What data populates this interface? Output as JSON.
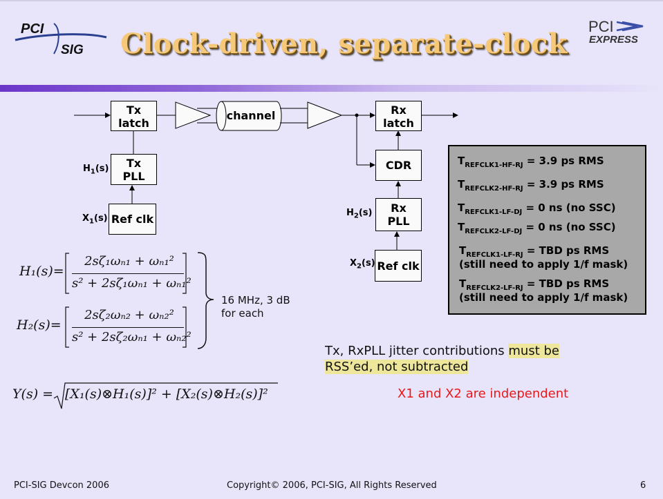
{
  "slide": {
    "title": "Clock-driven, separate-clock",
    "page_number": "6"
  },
  "logos": {
    "left_top": "PCI",
    "left_bottom": "SIG",
    "right_top": "PCI",
    "right_bottom": "EXPRESS"
  },
  "blocks": {
    "tx_latch": "Tx latch",
    "channel": "channel",
    "rx_latch": "Rx latch",
    "tx_pll_line1": "Tx",
    "tx_pll_line2": "PLL",
    "ref_clk_tx": "Ref clk",
    "cdr": "CDR",
    "rx_pll_line1": "Rx",
    "rx_pll_line2": "PLL",
    "ref_clk_rx": "Ref clk"
  },
  "signal_labels": {
    "h1": {
      "base": "H",
      "sub": "1",
      "tail": "(s)"
    },
    "x1": {
      "base": "X",
      "sub": "1",
      "tail": "(s)"
    },
    "h2": {
      "base": "H",
      "sub": "2",
      "tail": "(s)"
    },
    "x2": {
      "base": "X",
      "sub": "2",
      "tail": "(s)"
    }
  },
  "spec_box": [
    {
      "sym": "T",
      "sub": "REFCLK1-HF-RJ",
      "rest": " = 3.9 ps RMS",
      "rest2": ""
    },
    {
      "sym": "T",
      "sub": "REFCLK2-HF-RJ",
      "rest": " = 3.9 ps RMS",
      "rest2": ""
    },
    {
      "sym": "T",
      "sub": "REFCLK1-LF-DJ",
      "rest": " = 0 ns (no SSC)",
      "rest2": ""
    },
    {
      "sym": "T",
      "sub": "REFCLK2-LF-DJ",
      "rest": " = 0 ns (no SSC)",
      "rest2": ""
    },
    {
      "sym": "T",
      "sub": "REFCLK1-LF-RJ",
      "rest": " = TBD ps RMS",
      "rest2": "(still need to apply 1/f mask)"
    },
    {
      "sym": "T",
      "sub": "REFCLK2-LF-RJ",
      "rest": " = TBD ps RMS",
      "rest2": "(still need to apply 1/f mask)"
    }
  ],
  "equations": {
    "h1_lhs": "H₁(s)=",
    "h1_num": "2sζ₁ωₙ₁ + ωₙ₁²",
    "h1_den": "s² + 2sζ₁ωₙ₁ + ωₙ₁²",
    "h2_lhs": "H₂(s)=",
    "h2_num": "2sζ₂ωₙ₂ + ωₙ₂²",
    "h2_den": "s² + 2sζ₂ωₙ₁ + ωₙ₂²",
    "brace_note_line1": "16 MHz, 3 dB",
    "brace_note_line2": "for each",
    "y_lhs": "Y(s) = ",
    "y_rhs": "[X₁(s)⊗H₁(s)]² + [X₂(s)⊗H₂(s)]²"
  },
  "notes": {
    "jitter_part1": "Tx, RxPLL jitter contributions ",
    "jitter_hl1": "must be",
    "jitter_hl2": "RSS’ed, not subtracted",
    "independent": "X1 and X2 are independent"
  },
  "footer": {
    "left": "PCI-SIG Devcon 2006",
    "center": "Copyright© 2006, PCI-SIG, All Rights Reserved"
  },
  "colors": {
    "background": "#e8e4fa",
    "title": "#f6c97a",
    "divider": "#6b36c9",
    "highlight": "#ede69b",
    "red_note": "#e8181a",
    "spec_box": "#a8a8a8"
  }
}
